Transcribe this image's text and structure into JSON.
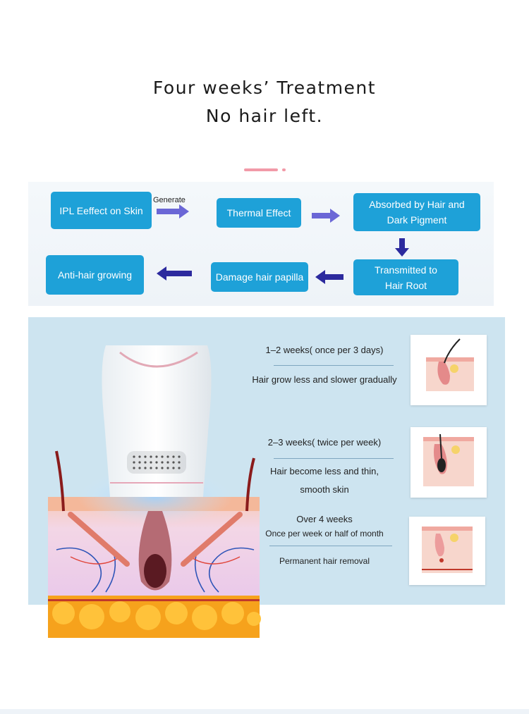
{
  "heading": {
    "line1": "Four weeks’ Treatment",
    "line2": "No hair left."
  },
  "flow": {
    "generate_label": "Generate",
    "steps": [
      {
        "line1": "IPL Eeffect on Skin",
        "line2": ""
      },
      {
        "line1": "Thermal Effect",
        "line2": ""
      },
      {
        "line1": "Absorbed by Hair and",
        "line2": "Dark Pigment"
      },
      {
        "line1": "Transmitted to",
        "line2": "Hair Root"
      },
      {
        "line1": "Damage hair papilla",
        "line2": ""
      },
      {
        "line1": "Anti-hair growing",
        "line2": ""
      }
    ]
  },
  "stages": [
    {
      "heading": "1–2 weeks( once per 3 days)",
      "sub": "",
      "desc1": "Hair grow less and slower gradually",
      "desc2": ""
    },
    {
      "heading": "2–3 weeks( twice per week)",
      "sub": "",
      "desc1": "Hair become less and thin,",
      "desc2": "smooth skin"
    },
    {
      "heading": "Over 4 weeks",
      "sub": "Once per week or half of month",
      "desc1": "Permanent hair removal",
      "desc2": ""
    }
  ],
  "colors": {
    "node_fill": "#1ea1d8",
    "arrow_light": "#6b67d6",
    "arrow_dark": "#2c2a9e",
    "panel_bg": "#cde4f0",
    "accent_pink": "#f29aa8"
  }
}
